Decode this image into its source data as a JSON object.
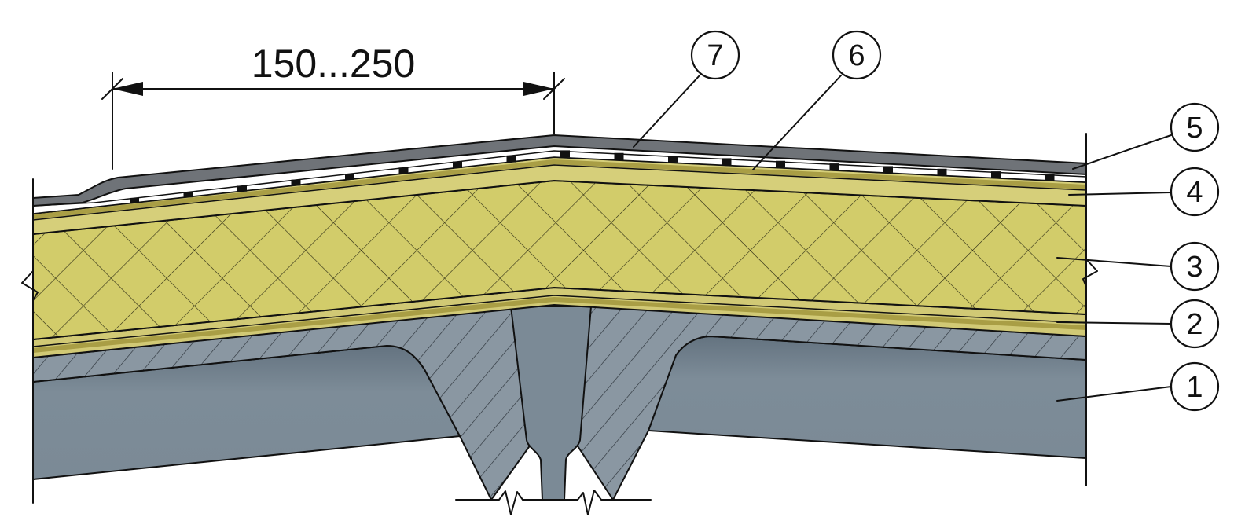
{
  "dimension": {
    "label": "150...250"
  },
  "callouts": [
    {
      "id": "1",
      "label": "1"
    },
    {
      "id": "2",
      "label": "2"
    },
    {
      "id": "3",
      "label": "3"
    },
    {
      "id": "4",
      "label": "4"
    },
    {
      "id": "5",
      "label": "5"
    },
    {
      "id": "6",
      "label": "6"
    },
    {
      "id": "7",
      "label": "7"
    }
  ],
  "colors": {
    "concrete": "#7d8c98",
    "concrete_section": "#8a97a2",
    "insulation": "#d2cc6a",
    "membrane": "#c8c06a",
    "membrane_dark": "#a99e45",
    "roofing": "#6f7378",
    "outline": "#111111"
  }
}
